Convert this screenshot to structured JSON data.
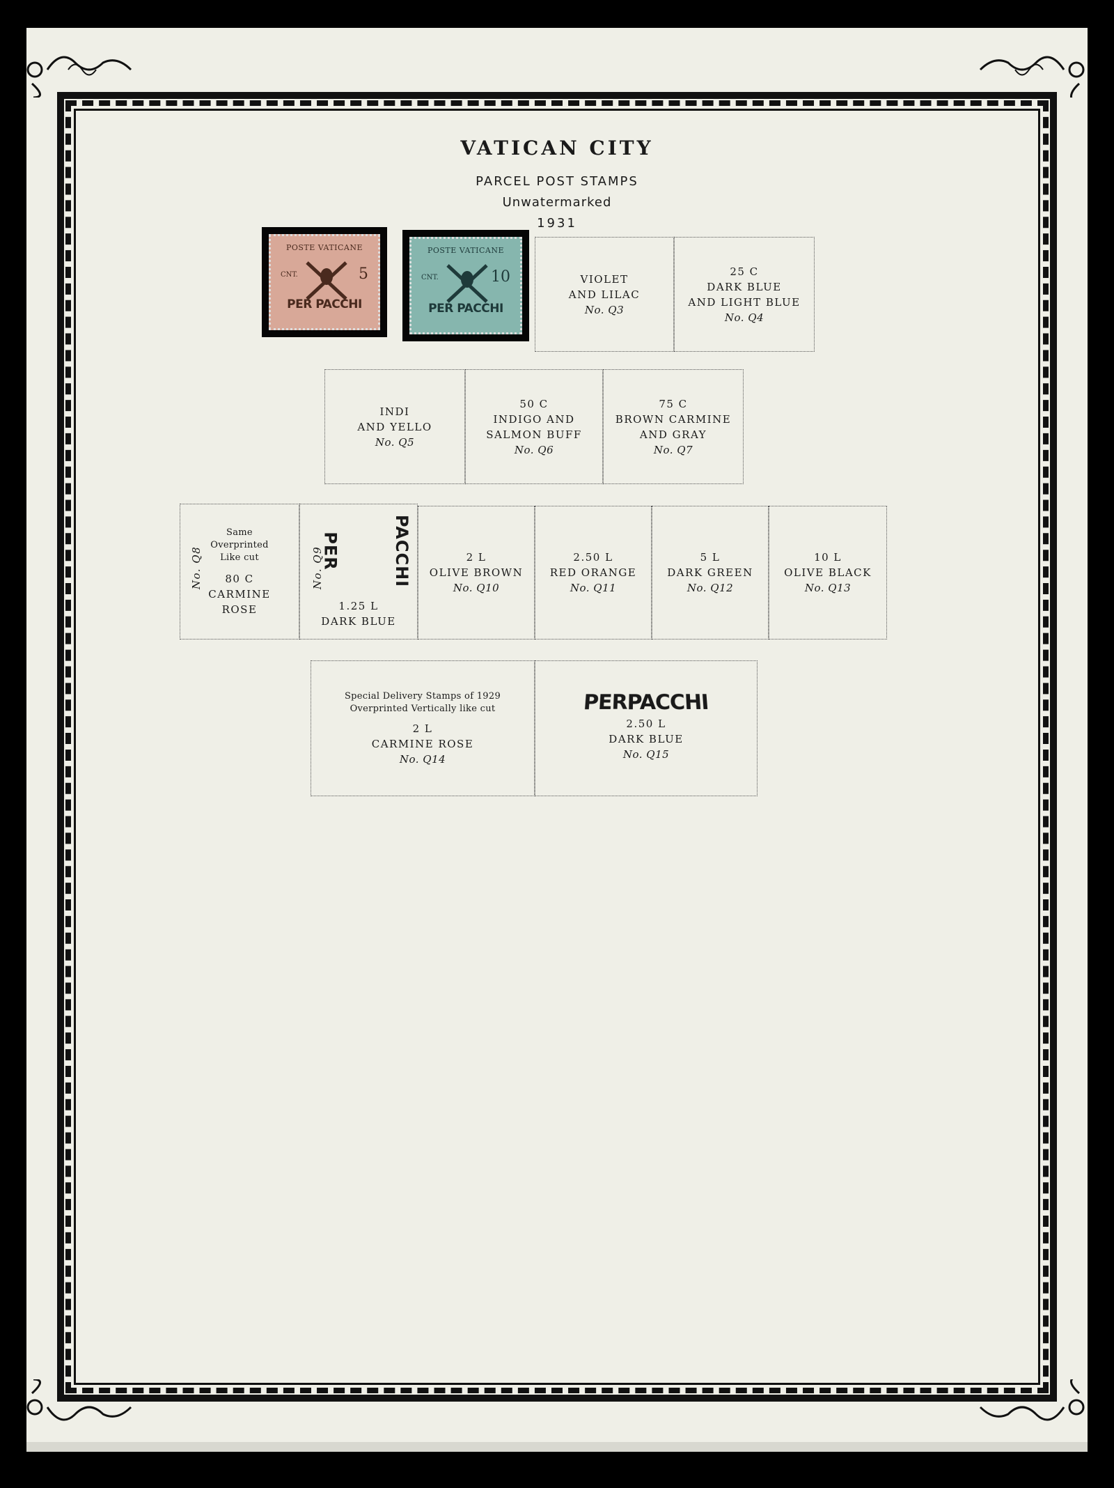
{
  "header": {
    "country": "VATICAN CITY",
    "section": "PARCEL POST STAMPS",
    "watermark": "Unwatermarked",
    "year": "1931"
  },
  "stamps": [
    {
      "top": "POSTE VATICANE",
      "value": "5",
      "currency": "CNT.",
      "overprint": "PER PACCHI",
      "color": "#d8a898",
      "ink": "#4a2a1e"
    },
    {
      "top": "POSTE VATICANE",
      "value": "10",
      "currency": "CNT.",
      "overprint": "PER PACCHI",
      "color": "#86b6ae",
      "ink": "#1e3a3a"
    }
  ],
  "row1": [
    {
      "denom": "",
      "l1": "VIOLET",
      "l2": "AND LILAC",
      "no": "No. Q3"
    },
    {
      "denom": "25 C",
      "l1": "DARK BLUE",
      "l2": "AND LIGHT BLUE",
      "no": "No. Q4"
    }
  ],
  "row2": [
    {
      "denom": "",
      "l1": "INDI",
      "l2": "AND YELLO",
      "no": "No. Q5"
    },
    {
      "denom": "50 C",
      "l1": "INDIGO AND",
      "l2": "SALMON BUFF",
      "no": "No. Q6"
    },
    {
      "denom": "75 C",
      "l1": "BROWN CARMINE",
      "l2": "AND GRAY",
      "no": "No. Q7"
    }
  ],
  "row3": {
    "q8": {
      "s1": "Same",
      "s2": "Overprinted",
      "s3": "Like cut",
      "denom": "80 C",
      "l1": "CARMINE",
      "l2": "ROSE",
      "no": "No. Q8"
    },
    "q9": {
      "ov1": "PER",
      "ov2": "PACCHI",
      "denom": "1.25 L",
      "l1": "DARK BLUE",
      "no": "No. Q9"
    },
    "rest": [
      {
        "denom": "2 L",
        "l1": "OLIVE BROWN",
        "no": "No. Q10"
      },
      {
        "denom": "2.50 L",
        "l1": "RED ORANGE",
        "no": "No. Q11"
      },
      {
        "denom": "5 L",
        "l1": "DARK GREEN",
        "no": "No. Q12"
      },
      {
        "denom": "10 L",
        "l1": "OLIVE BLACK",
        "no": "No. Q13"
      }
    ]
  },
  "row4": [
    {
      "s1": "Special Delivery Stamps of 1929",
      "s2": "Overprinted Vertically like cut",
      "denom": "2 L",
      "l1": "CARMINE ROSE",
      "no": "No. Q14"
    },
    {
      "ov": "PERPACCHI",
      "denom": "2.50 L",
      "l1": "DARK BLUE",
      "no": "No. Q15"
    }
  ],
  "colors": {
    "page": "#efefe7",
    "frame": "#111111",
    "background": "#000000"
  }
}
